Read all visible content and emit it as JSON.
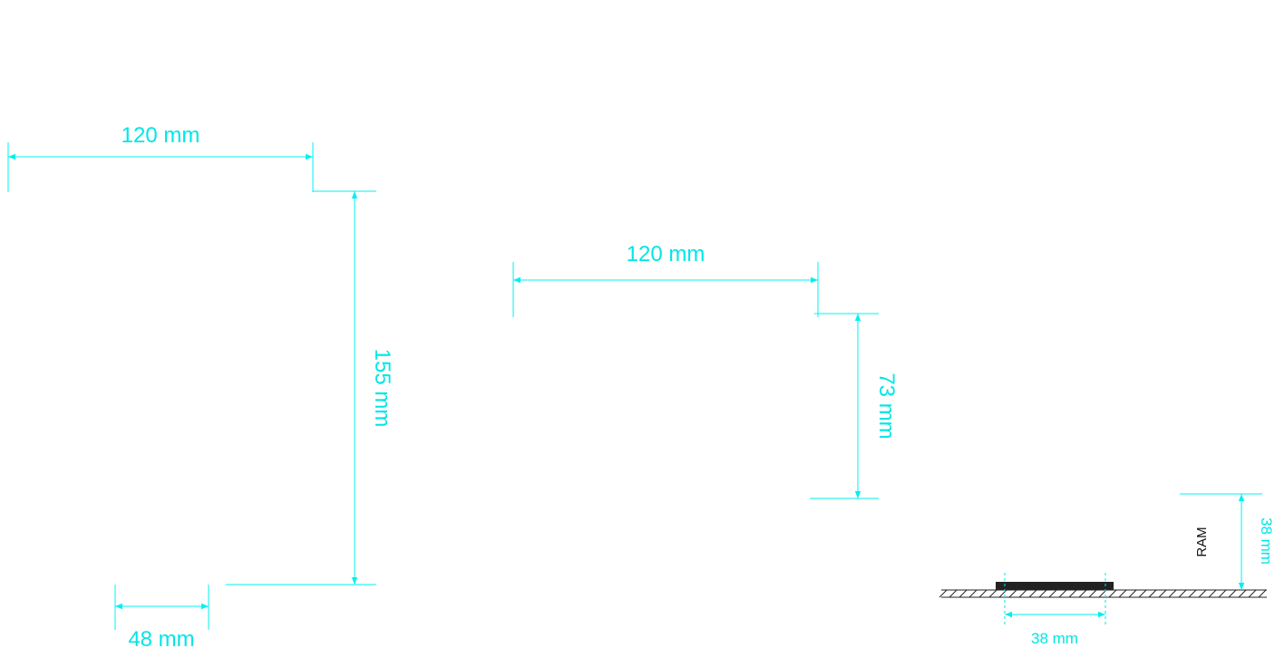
{
  "dimensions": {
    "view1_width": "120 mm",
    "view1_height": "155 mm",
    "view1_offset": "48 mm",
    "view2_width": "120 mm",
    "view2_height": "73 mm",
    "view3_width": "38 mm",
    "view3_height": "38 mm"
  },
  "labels": {
    "ram": "RAM"
  },
  "colors": {
    "dimension": "#00f0f0",
    "part": "#222222"
  }
}
